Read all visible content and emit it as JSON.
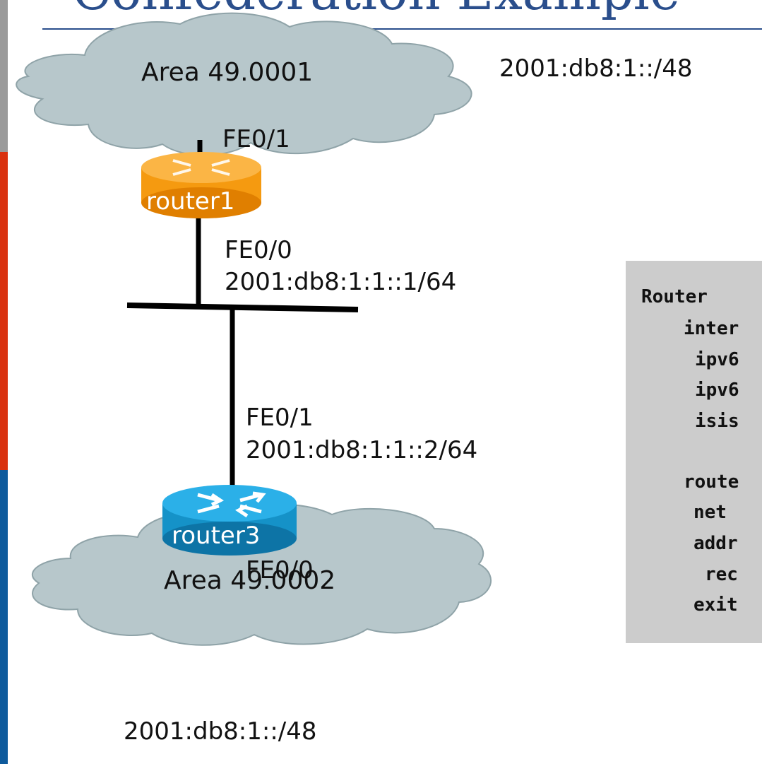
{
  "slide": {
    "title": "Confederation Example"
  },
  "areas": {
    "area1": {
      "label": "Area 49.0001",
      "prefix": "2001:db8:1::/48"
    },
    "area2": {
      "label": "Area 49.0002",
      "prefix": "2001:db8:1::/48"
    }
  },
  "routers": {
    "router1": {
      "name": "router1",
      "color": "#f59a10",
      "top_iface": "FE0/1",
      "bottom_iface": "FE0/0",
      "bottom_addr": "2001:db8:1:1::1/64"
    },
    "router3": {
      "name": "router3",
      "color": "#1592c8",
      "top_iface": "FE0/1",
      "top_addr": "2001:db8:1:1::2/64",
      "bottom_iface": "FE0/0"
    }
  },
  "config": {
    "lines": [
      "Router",
      "inter",
      "ipv6",
      "ipv6",
      "isis",
      "route",
      "net",
      "addr",
      "rec",
      "exit"
    ]
  },
  "colors": {
    "cloud": "#b7c7cb",
    "cloud_stroke": "#8fa3a8",
    "sidebar_gray": "#9a9a9a",
    "sidebar_red": "#d9310f",
    "sidebar_blue": "#0e5a9c"
  }
}
